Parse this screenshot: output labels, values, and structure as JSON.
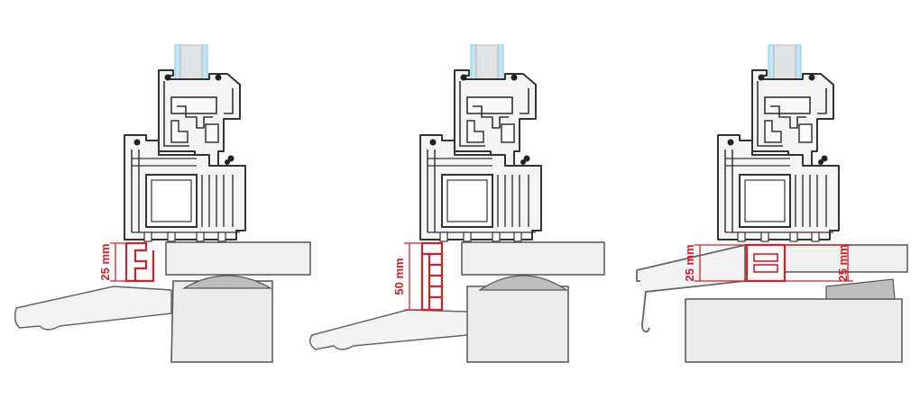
{
  "colors": {
    "dimension": "#d3202a",
    "profile_stroke": "#3a3a3a",
    "profile_fill": "#f1f1f1",
    "sill_fill": "#ececec",
    "seal_fill": "#bdbdbd",
    "glass": "#bfe6f5",
    "bead": "#c9c9c9"
  },
  "diagrams": [
    {
      "id": "left",
      "dimension_label": "25 mm"
    },
    {
      "id": "middle",
      "dimension_label": "50 mm"
    },
    {
      "id": "right",
      "dimension_label_left": "25 mm",
      "dimension_label_right": "25 mm"
    }
  ]
}
